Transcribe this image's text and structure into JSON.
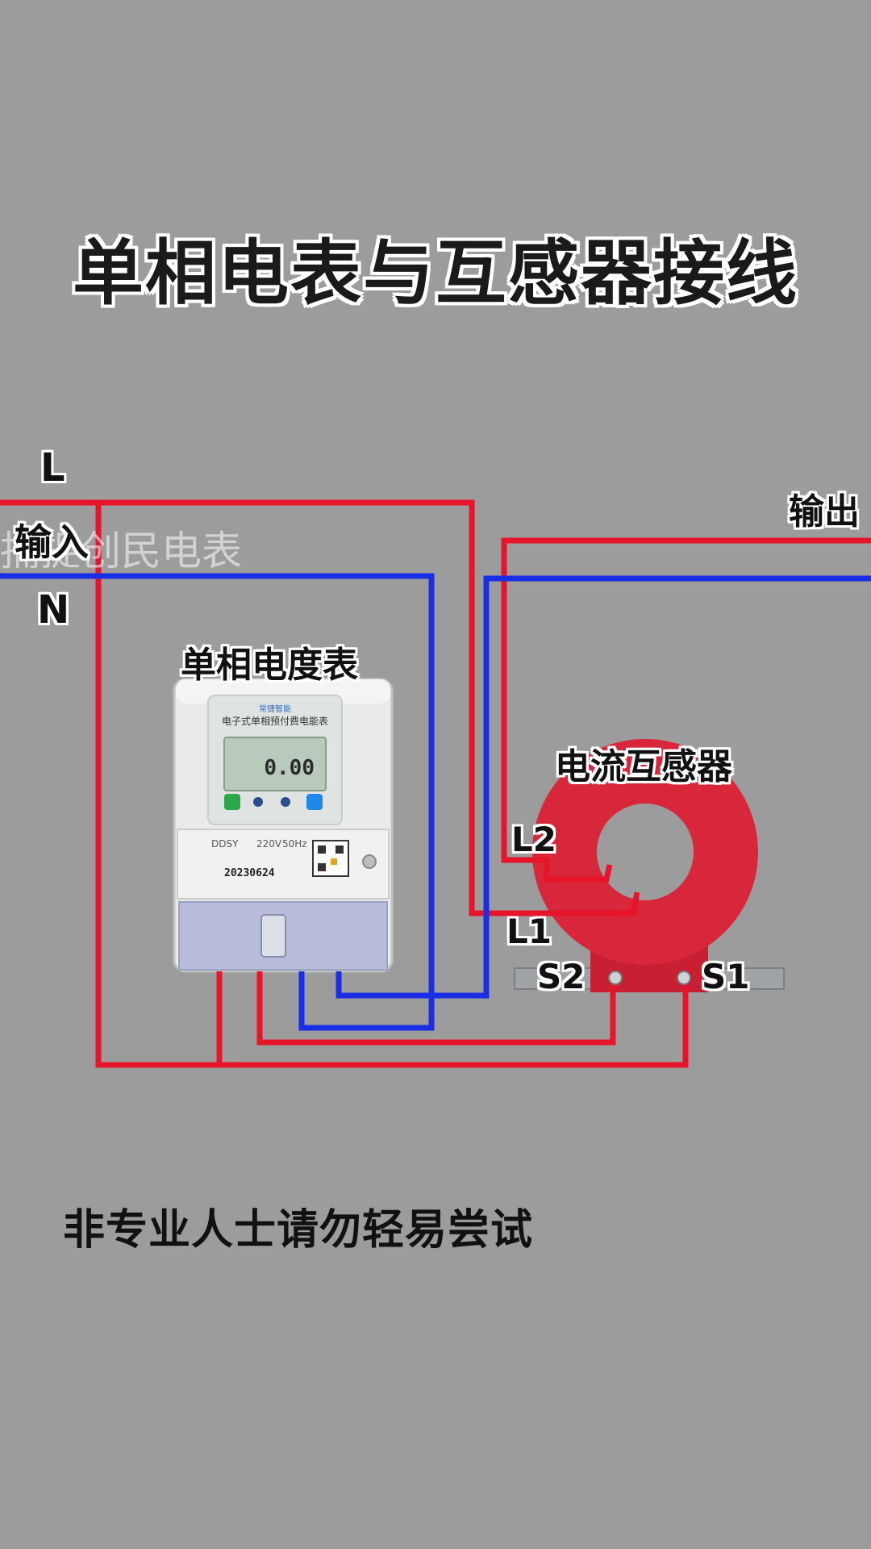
{
  "title": "单相电表与互感器接线",
  "labels": {
    "L": "L",
    "input": "输入",
    "N": "N",
    "output": "输出",
    "meter": "单相电度表",
    "ct": "电流互感器",
    "L2": "L2",
    "L1": "L1",
    "S2": "S2",
    "S1": "S1"
  },
  "watermark": "捕捉创民电表",
  "meter_face": {
    "brand": "常捷智能",
    "name": "电子式单相预付费电能表",
    "reading": "0.00",
    "model": "DDSY",
    "voltage": "220V",
    "frequency": "50Hz",
    "serial": "20230624"
  },
  "warning": "非专业人士请勿轻易尝试",
  "colors": {
    "live_wire": "#e8152a",
    "neutral_wire": "#1a2ee6",
    "ct_body": "#d8263b",
    "background": "#9c9c9c"
  }
}
